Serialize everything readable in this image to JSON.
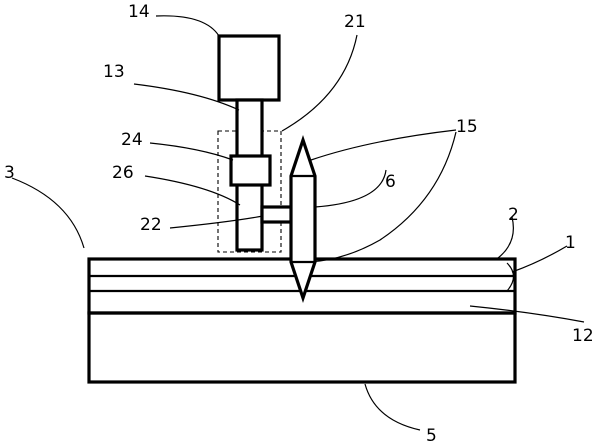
{
  "figure": {
    "labels": {
      "l14": "14",
      "l13": "13",
      "l21": "21",
      "l15": "15",
      "l24": "24",
      "l26": "26",
      "l3": "3",
      "l6": "6",
      "l22": "22",
      "l2": "2",
      "l1": "1",
      "l12": "12",
      "l5": "5"
    }
  }
}
